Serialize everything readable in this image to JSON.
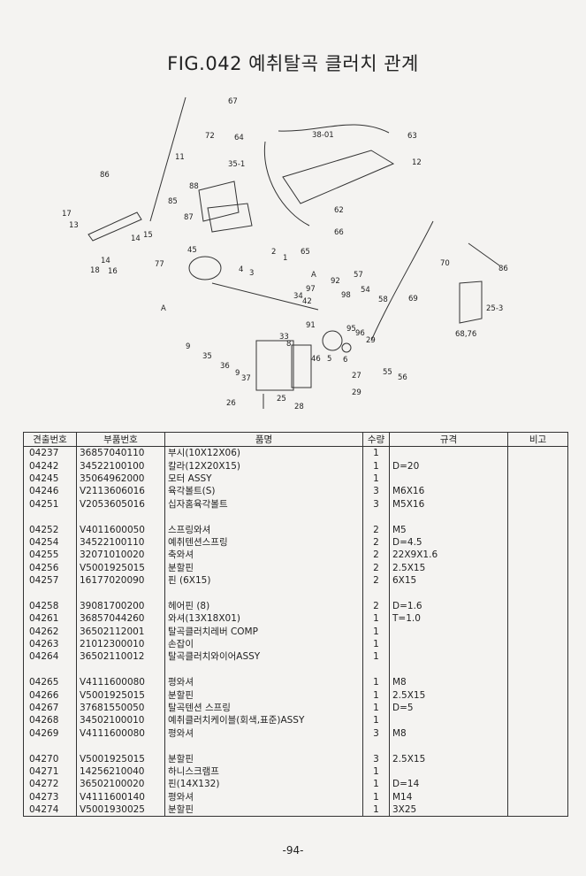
{
  "title": "FIG.042 예취탈곡 클러치 관계",
  "table": {
    "headers": [
      "견출번호",
      "부품번호",
      "품명",
      "수량",
      "규격",
      "비고"
    ],
    "rows": [
      [
        "04237",
        "36857040110",
        "부시(10X12X06)",
        "1",
        ""
      ],
      [
        "04242",
        "34522100100",
        "칼라(12X20X15)",
        "1",
        "D=20"
      ],
      [
        "04245",
        "35064962000",
        "모터 ASSY",
        "1",
        ""
      ],
      [
        "04246",
        "V2113606016",
        "육각볼트(S)",
        "3",
        "M6X16"
      ],
      [
        "04251",
        "V2053605016",
        "십자홈육각볼트",
        "3",
        "M5X16"
      ],
      null,
      [
        "04252",
        "V4011600050",
        "스프링와셔",
        "2",
        "M5"
      ],
      [
        "04254",
        "34522100110",
        "예취텐션스프링",
        "2",
        "D=4.5"
      ],
      [
        "04255",
        "32071010020",
        "축와셔",
        "2",
        "22X9X1.6"
      ],
      [
        "04256",
        "V5001925015",
        "분할핀",
        "2",
        "2.5X15"
      ],
      [
        "04257",
        "16177020090",
        "핀 (6X15)",
        "2",
        "6X15"
      ],
      null,
      [
        "04258",
        "39081700200",
        "헤어핀 (8)",
        "2",
        "D=1.6"
      ],
      [
        "04261",
        "36857044260",
        "와셔(13X18X01)",
        "1",
        "T=1.0"
      ],
      [
        "04262",
        "36502112001",
        "탈곡클러치레버  COMP",
        "1",
        ""
      ],
      [
        "04263",
        "21012300010",
        "손잡이",
        "1",
        ""
      ],
      [
        "04264",
        "36502110012",
        "탈곡클러치와이어ASSY",
        "1",
        ""
      ],
      null,
      [
        "04265",
        "V4111600080",
        "평와셔",
        "1",
        "M8"
      ],
      [
        "04266",
        "V5001925015",
        "분할핀",
        "1",
        "2.5X15"
      ],
      [
        "04267",
        "37681550050",
        "탈곡텐션 스프링",
        "1",
        "D=5"
      ],
      [
        "04268",
        "34502100010",
        "예취클러치케이블(회색,표준)ASSY",
        "1",
        ""
      ],
      [
        "04269",
        "V4111600080",
        "평와셔",
        "3",
        "M8"
      ],
      null,
      [
        "04270",
        "V5001925015",
        "분할핀",
        "3",
        "2.5X15"
      ],
      [
        "04271",
        "14256210040",
        "하니스크램프",
        "1",
        ""
      ],
      [
        "04272",
        "36502100020",
        "핀(14X132)",
        "1",
        "D=14"
      ],
      [
        "04273",
        "V4111600140",
        "평와셔",
        "1",
        "M14"
      ],
      [
        "04274",
        "V5001930025",
        "분할핀",
        "1",
        "3X25"
      ]
    ]
  },
  "diagram": {
    "callouts": [
      "67",
      "64",
      "72",
      "38-01",
      "63",
      "12",
      "11",
      "35-1",
      "86",
      "85",
      "88",
      "87",
      "17",
      "13",
      "14",
      "15",
      "14",
      "18",
      "16",
      "77",
      "62",
      "66",
      "65",
      "45",
      "2",
      "1",
      "4",
      "3",
      "A",
      "57",
      "54",
      "58",
      "97",
      "92",
      "98",
      "34",
      "42",
      "91",
      "95",
      "96",
      "29",
      "33",
      "8",
      "A",
      "9",
      "35",
      "36",
      "9",
      "37",
      "25",
      "46",
      "5",
      "6",
      "55",
      "56",
      "27",
      "26",
      "29",
      "28",
      "70",
      "86",
      "69",
      "25-3",
      "68,76"
    ]
  },
  "page_number": "-94-"
}
